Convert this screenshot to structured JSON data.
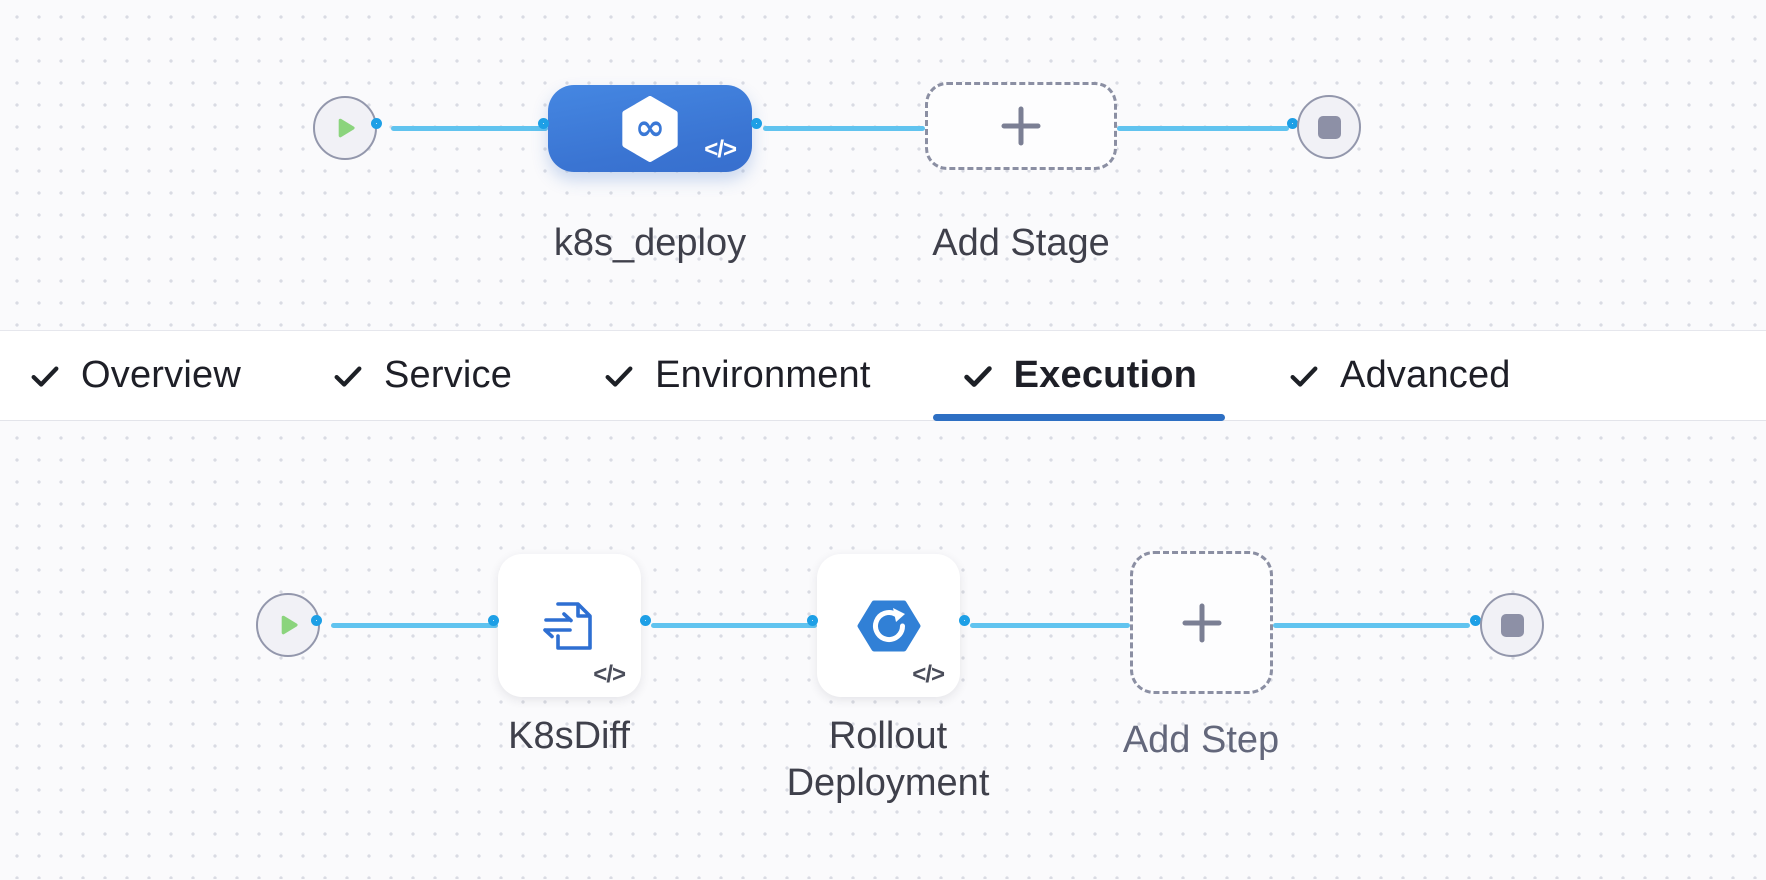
{
  "stage_pipeline": {
    "stage_name": "k8s_deploy",
    "add_stage": "Add Stage",
    "code_badge": "</>"
  },
  "tabs": {
    "items": [
      {
        "label": "Overview",
        "active": false
      },
      {
        "label": "Service",
        "active": false
      },
      {
        "label": "Environment",
        "active": false
      },
      {
        "label": "Execution",
        "active": true
      },
      {
        "label": "Advanced",
        "active": false
      }
    ]
  },
  "execution_pipeline": {
    "step1_name": "K8sDiff",
    "step2_name": "Rollout Deployment",
    "add_step": "Add Step",
    "code_badge": "</>"
  },
  "colors": {
    "canvas_bg": "#fafafc",
    "dot_grid": "#d9dbe3",
    "link_blue": "#60c3ef",
    "port_ring_blue": "#1d9fe6",
    "stage_node_blue": "#3a74d2",
    "active_tab_underline": "#2d6fc3",
    "icon_blue": "#2e6fd2",
    "play_green": "#8bd47d",
    "neutral_gray": "#8d90a6",
    "label_dark": "#3f404b",
    "label_muted": "#63677b"
  }
}
